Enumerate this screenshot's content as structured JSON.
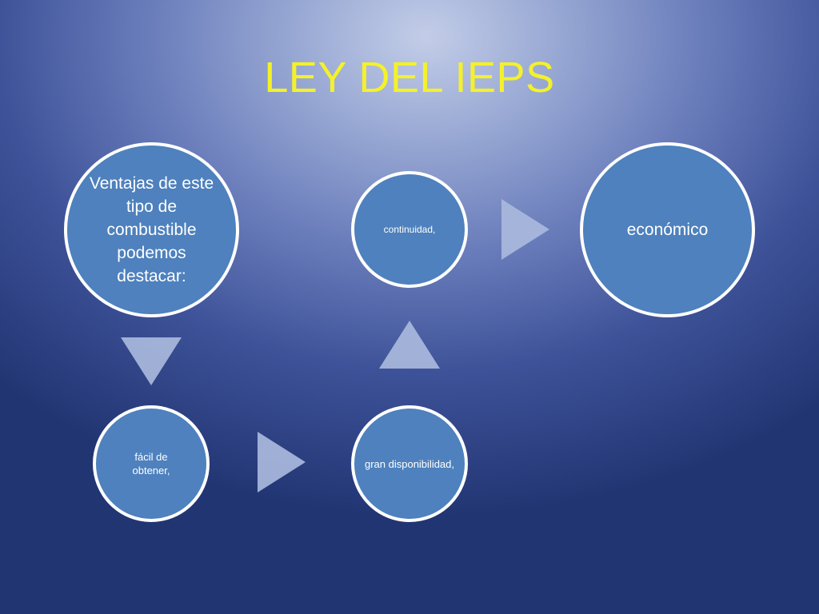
{
  "title": "LEY DEL IEPS",
  "nodes": {
    "main": "Ventajas de este tipo de combustible podemos destacar:",
    "facil": "fácil de obtener,",
    "gran": "gran disponibilidad,",
    "continuidad": "continuidad,",
    "economico": "económico"
  },
  "colors": {
    "title": "#f4f12a",
    "node_fill": "#4e81bd",
    "node_border": "#ffffff",
    "arrow": "#a9b8dc"
  }
}
